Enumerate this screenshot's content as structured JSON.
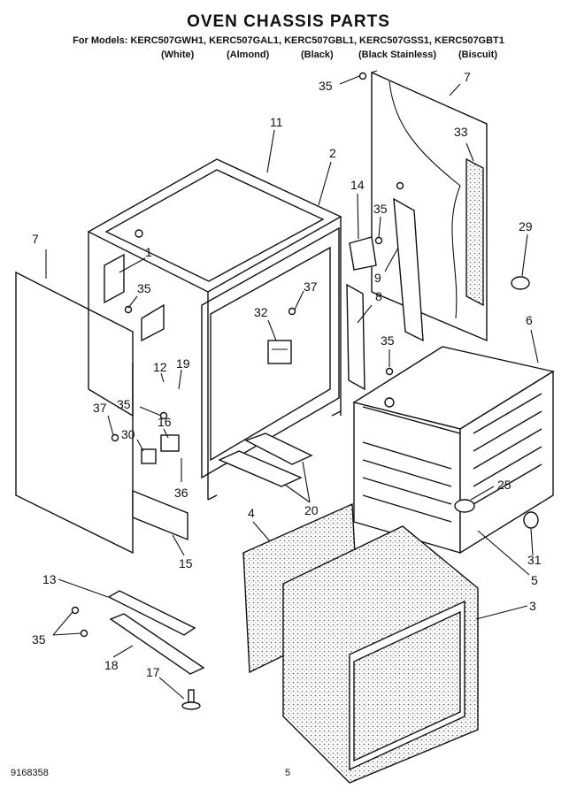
{
  "title": "OVEN CHASSIS PARTS",
  "models_line": "For Models: KERC507GWH1, KERC507GAL1, KERC507GBL1, KERC507GSS1, KERC507GBT1",
  "colors": [
    "(White)",
    "(Almond)",
    "(Black)",
    "(Black Stainless)",
    "(Biscuit)"
  ],
  "footer": {
    "doc_number": "9168358",
    "page": "5"
  },
  "callouts": [
    "1",
    "2",
    "3",
    "4",
    "5",
    "6",
    "7",
    "7",
    "8",
    "9",
    "11",
    "12",
    "13",
    "14",
    "15",
    "16",
    "17",
    "18",
    "19",
    "20",
    "25",
    "29",
    "30",
    "31",
    "32",
    "33",
    "35",
    "35",
    "35",
    "35",
    "35",
    "35",
    "36",
    "37",
    "37"
  ]
}
